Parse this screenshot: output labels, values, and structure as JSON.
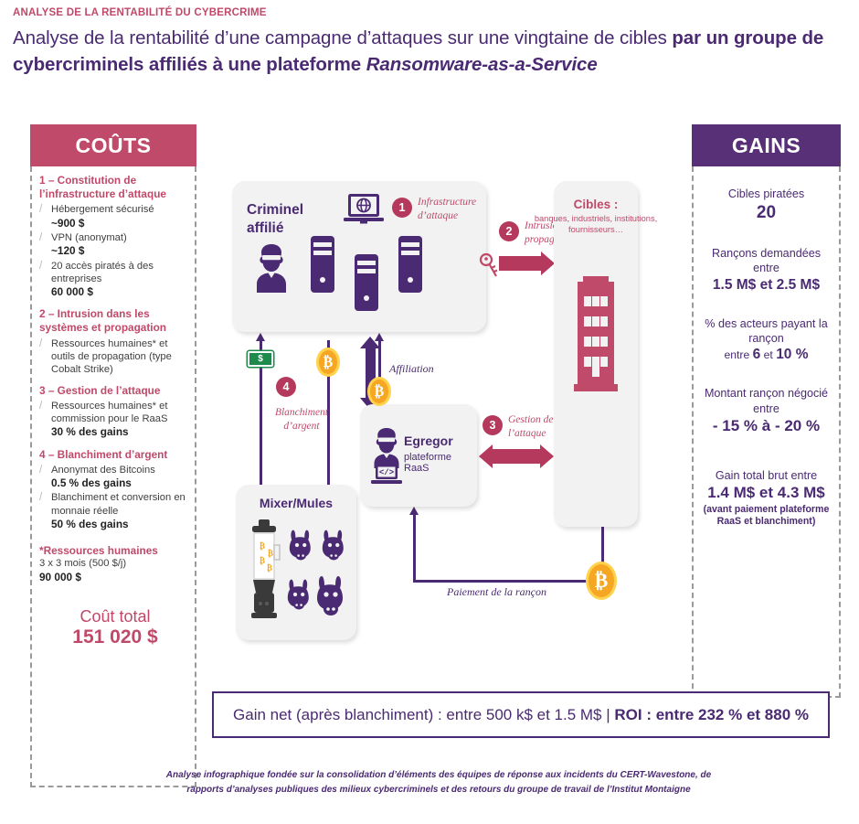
{
  "header": {
    "kicker": "ANALYSE DE LA RENTABILITÉ DU CYBERCRIME",
    "title_part1": "Analyse de la rentabilité d’une campagne d’attaques sur une vingtaine de cibles ",
    "title_bold1": "par un groupe de cybercriminels affiliés à une plateforme ",
    "title_italic": "Ransomware-as-a-Service"
  },
  "colors": {
    "crimson": "#bf4a6a",
    "purple": "#573078",
    "badge": "#b5395c",
    "bitcoin": "#f5a623",
    "card_bg": "#f2f2f2"
  },
  "costs": {
    "title": "COÛTS",
    "sections": [
      {
        "heading": "1 – Constitution de l’infrastructure d’attaque",
        "items": [
          {
            "text": "Hébergement sécurisé",
            "value": "~900 $"
          },
          {
            "text": "VPN (anonymat)",
            "value": "~120 $"
          },
          {
            "text": "20 accès piratés à des entreprises",
            "value": "60 000 $"
          }
        ]
      },
      {
        "heading": "2 – Intrusion dans les systèmes et propagation",
        "items": [
          {
            "text": "Ressources humaines* et outils de propagation (type Cobalt Strike)",
            "value": ""
          }
        ]
      },
      {
        "heading": "3 – Gestion de l’attaque",
        "items": [
          {
            "text": "Ressources humaines* et commission pour le RaaS",
            "value": "30 % des gains"
          }
        ]
      },
      {
        "heading": "4 – Blanchiment d’argent",
        "items": [
          {
            "text": "Anonymat des Bitcoins",
            "value": "0.5 % des gains"
          },
          {
            "text": "Blanchiment et conversion en monnaie réelle",
            "value": "50 % des gains"
          }
        ]
      }
    ],
    "note_title": "*Ressources humaines",
    "note_line": "3  x 3 mois (500 $/j)",
    "note_value": "90 000 $",
    "total_label": "Coût total",
    "total_value": "151 020 $"
  },
  "gains": {
    "title": "GAINS",
    "blocks": [
      {
        "label": "Cibles piratées",
        "value": "20",
        "sub": ""
      },
      {
        "label": "Rançons demandées entre",
        "value": "1.5 M$ et 2.5 M$",
        "sub": ""
      },
      {
        "label": "% des acteurs payant la rançon",
        "value_pre": "entre ",
        "value": "6",
        "value_mid": " et ",
        "value_post": "10 %",
        "sub": ""
      },
      {
        "label": "Montant rançon négocié entre",
        "value": "- 15 % à - 20 %",
        "sub": ""
      },
      {
        "label": "Gain total brut entre",
        "value": "1.4 M$ et 4.3 M$",
        "sub": "(avant paiement plateforme RaaS et blanchiment)"
      }
    ]
  },
  "diagram": {
    "cards": {
      "criminel": {
        "title_line1": "Criminel",
        "title_line2": "affilié",
        "icons": [
          "hacker-icon",
          "laptop-globe-icon",
          "server-icon"
        ]
      },
      "cibles": {
        "title": "Cibles :",
        "subtitle": "banques, industriels, institutions, fournisseurs…",
        "icon": "building-icon"
      },
      "egregor": {
        "title": "Egregor",
        "subtitle": "plateforme RaaS",
        "icon": "developer-icon"
      },
      "mixer": {
        "title": "Mixer/Mules",
        "icons": [
          "blender-icon",
          "donkey-icon"
        ]
      }
    },
    "steps": [
      {
        "number": "1",
        "label_line1": "Infrastructure",
        "label_line2": "d’attaque"
      },
      {
        "number": "2",
        "label_line1": "Intrusion et",
        "label_line2": "propagation"
      },
      {
        "number": "3",
        "label_line1": "Gestion de",
        "label_line2": "l’attaque"
      },
      {
        "number": "4",
        "label_line1": "Blanchiment",
        "label_line2": "d’argent"
      }
    ],
    "flow_labels": {
      "affiliation": "Affiliation",
      "ransom_payment": "Paiement de la rançon"
    },
    "tokens": {
      "bitcoin": "₿",
      "cash": "$"
    }
  },
  "bottom": {
    "roi_normal": "Gain net (après blanchiment) : entre 500 k$ et 1.5 M$ | ",
    "roi_bold": "ROI : entre 232 % et 880 %",
    "footnote_line1": "Analyse infographique fondée sur la consolidation d’éléments des équipes de réponse aux incidents du CERT-Wavestone, de rapports d’analyses",
    "footnote_line2": "publiques des milieux cybercriminels et des retours du groupe de travail de l’Institut Montaigne"
  }
}
